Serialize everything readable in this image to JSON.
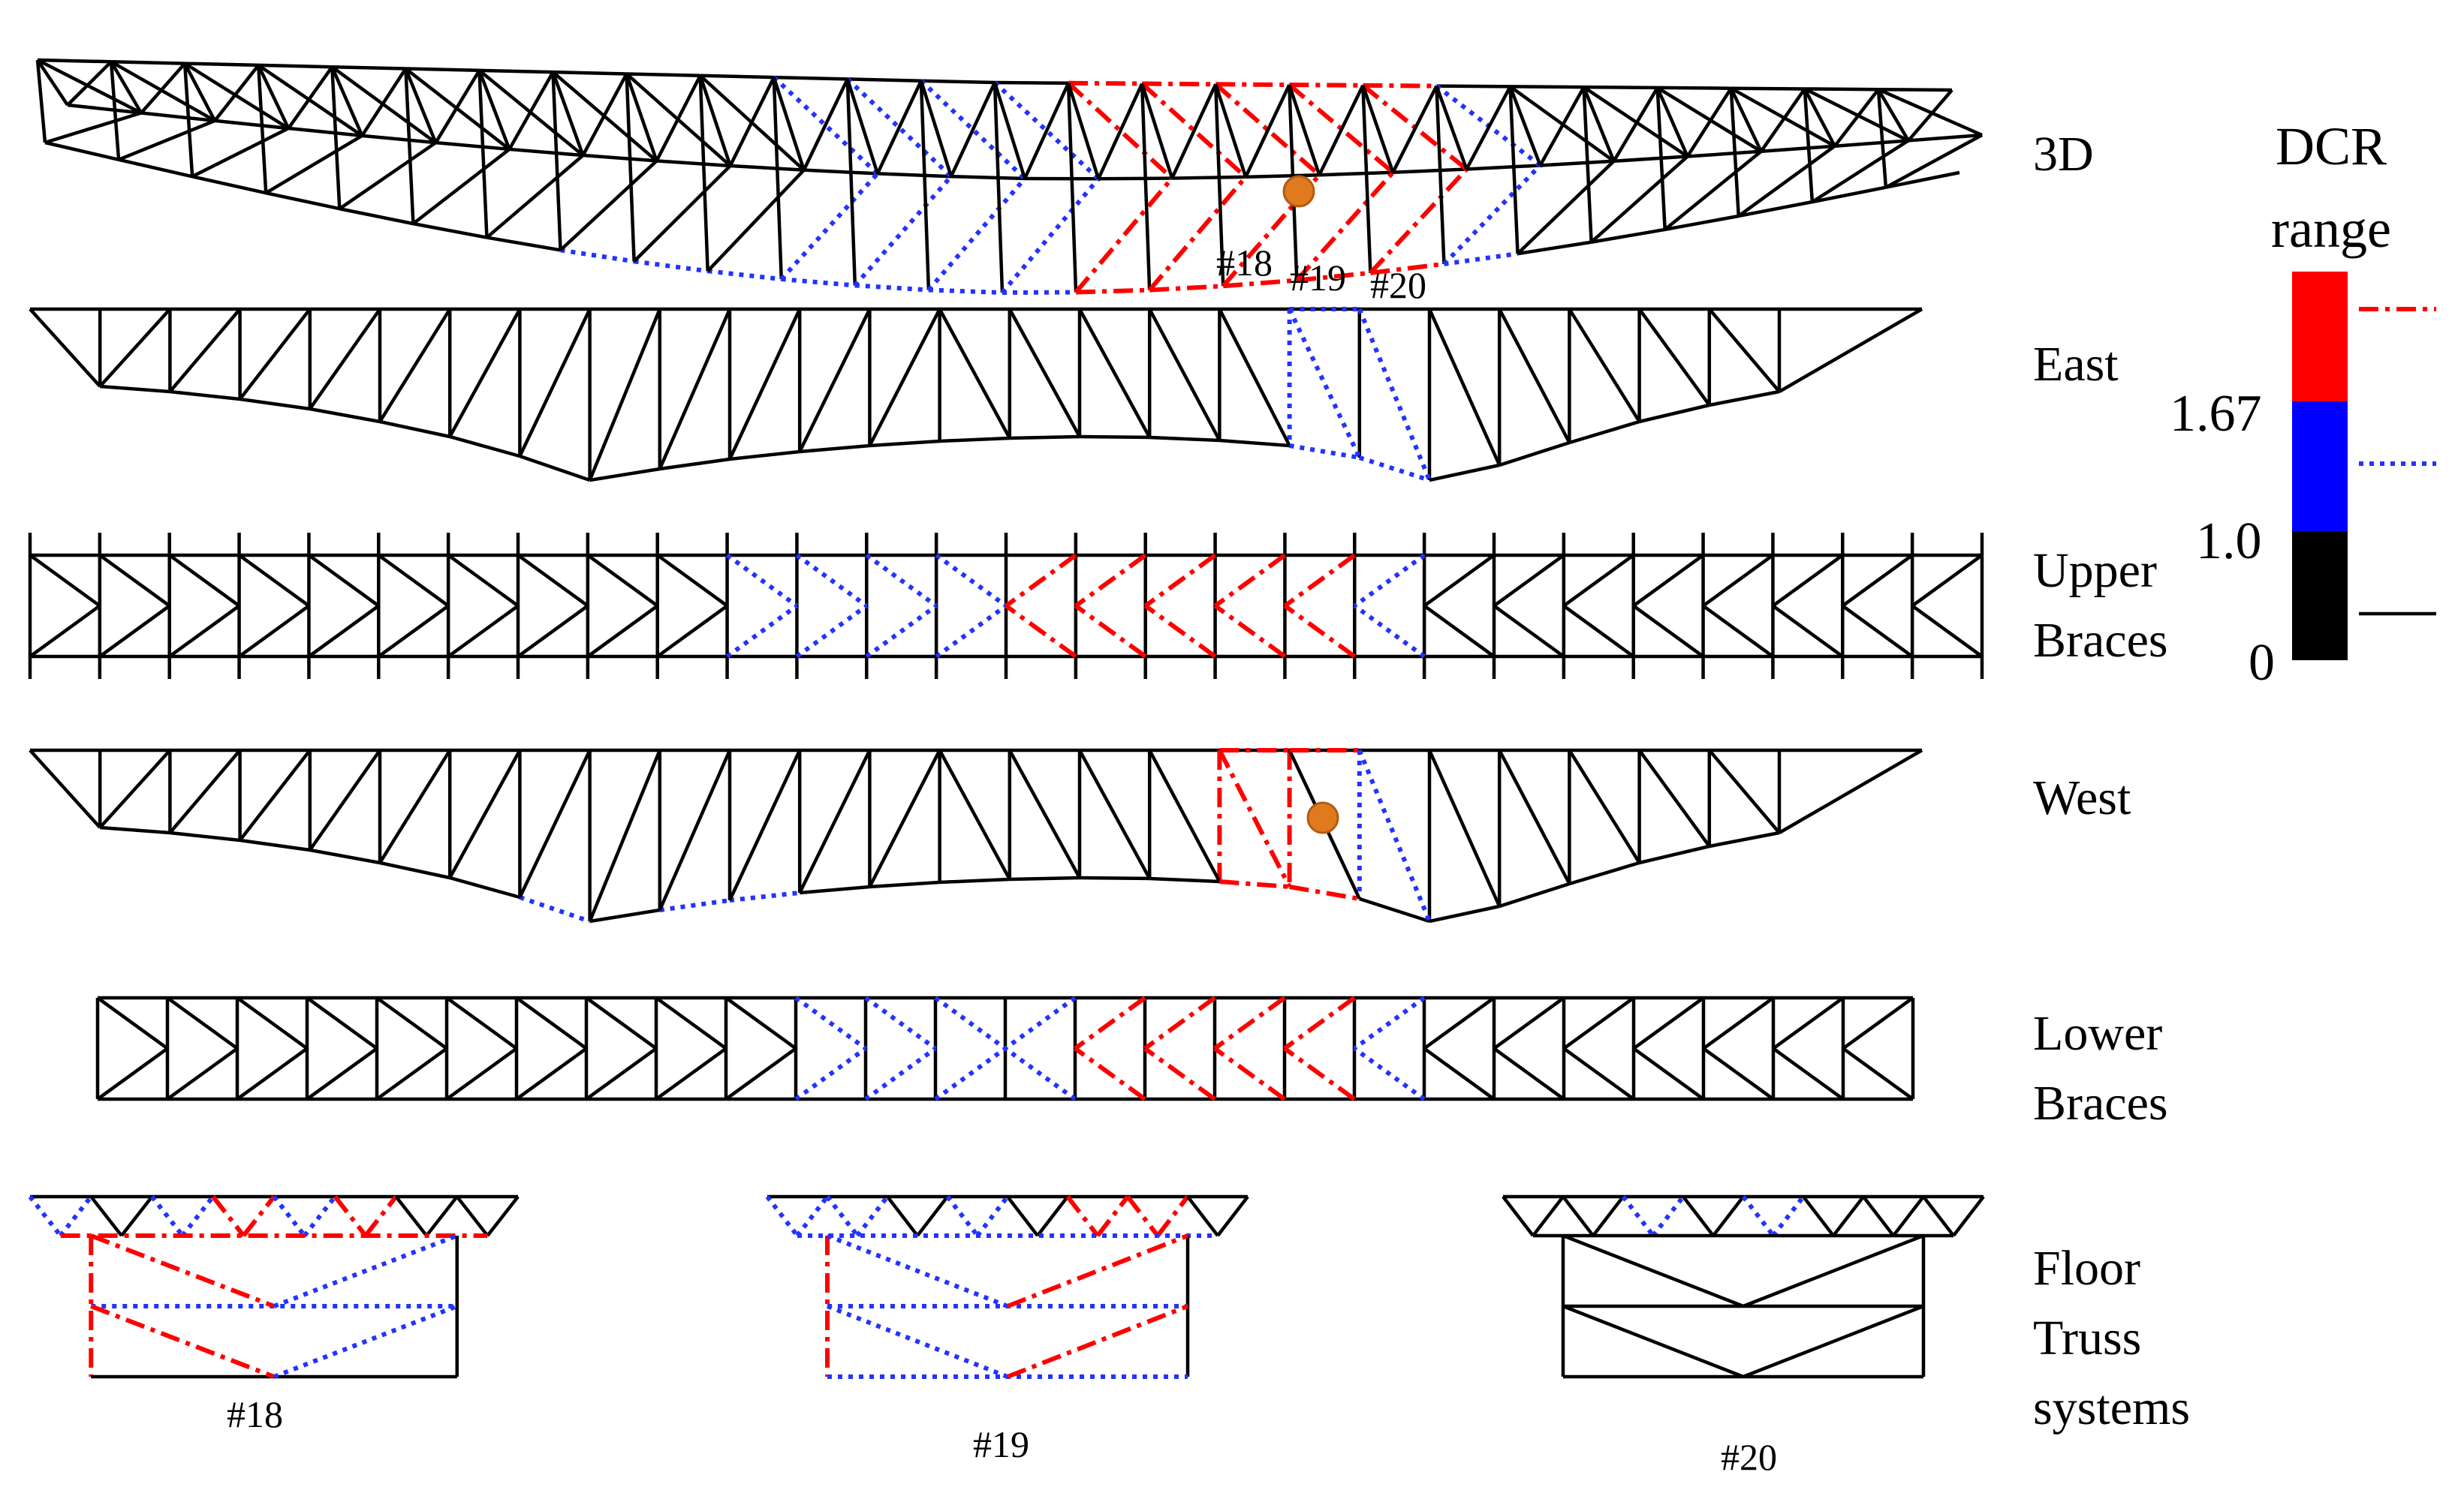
{
  "views": {
    "three_d": "3D",
    "east": "East",
    "upper": [
      "Upper",
      "Braces"
    ],
    "west": "West",
    "lower": [
      "Lower",
      "Braces"
    ],
    "floor": [
      "Floor",
      "Truss",
      "systems"
    ]
  },
  "panel_marks": {
    "p18": "#18",
    "p19": "#19",
    "p20": "#20"
  },
  "floor_labels": {
    "f18": "#18",
    "f19": "#19",
    "f20": "#20"
  },
  "legend": {
    "title": [
      "DCR",
      "range"
    ],
    "ticks": [
      "1.67",
      "1.0",
      "0"
    ],
    "bands": [
      {
        "color": "#ff0000",
        "line": "dash-dot"
      },
      {
        "color": "#0000ff",
        "line": "dotted"
      },
      {
        "color": "#000000",
        "line": "solid"
      }
    ]
  },
  "colors": {
    "high": "#ff0000",
    "mid": "#2233ff",
    "low": "#000000",
    "damage": "#e07a1f"
  }
}
